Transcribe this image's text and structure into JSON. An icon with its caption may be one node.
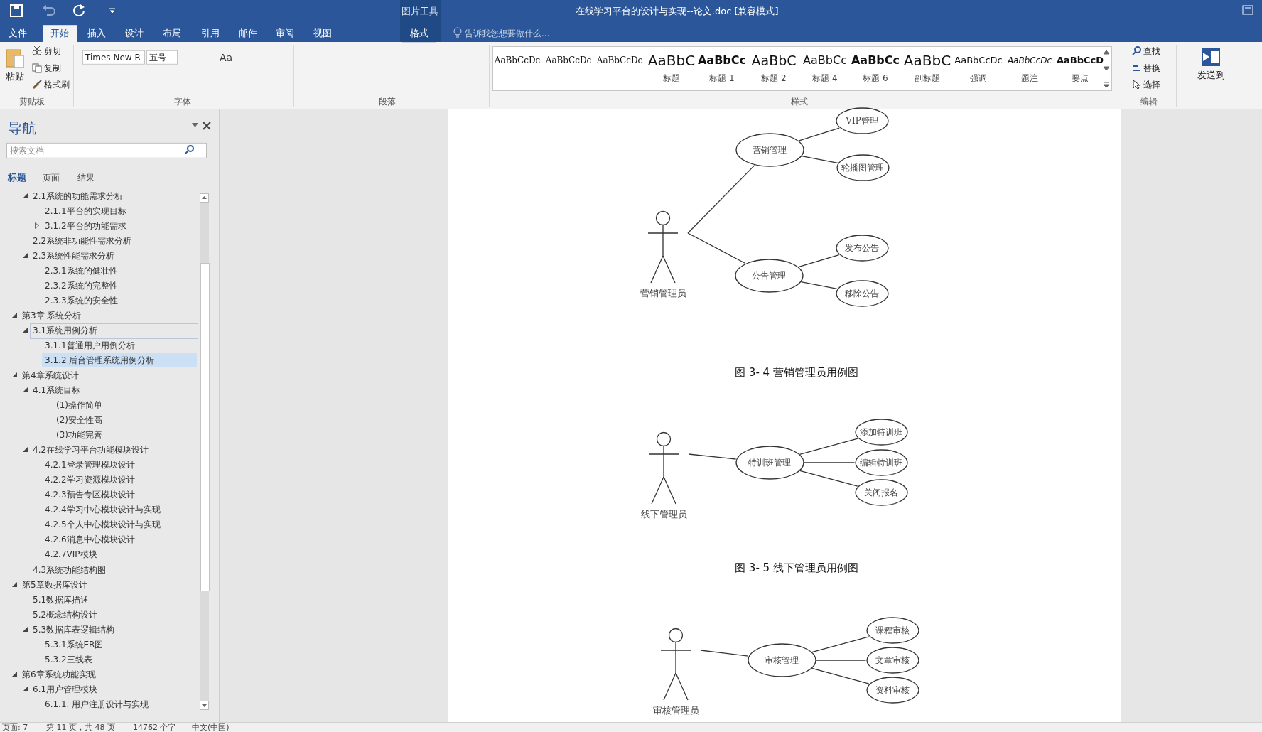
{
  "diagram": {
    "nodes": [
      {
        "text": [
          "营销管理员"
        ]
      },
      {
        "text": [
          "营销管理"
        ]
      },
      {
        "text": [
          "VIP管理"
        ]
      },
      {
        "text": [
          "轮播图管理"
        ]
      },
      {
        "text": [
          "公告管理"
        ]
      },
      {
        "text": [
          "发布公告"
        ]
      },
      {
        "text": [
          "移除公告"
        ]
      },
      {
        "text": [
          "线下管理员"
        ]
      },
      {
        "text": [
          "特训班管理"
        ]
      },
      {
        "text": [
          "添加特训班"
        ]
      },
      {
        "text": [
          "编辑特训班"
        ]
      },
      {
        "text": [
          "关闭报名"
        ]
      },
      {
        "text": [
          "审核管理员"
        ]
      },
      {
        "text": [
          "审核管理"
        ]
      },
      {
        "text": [
          "课程审核"
        ]
      },
      {
        "text": [
          "文章审核"
        ]
      },
      {
        "text": [
          "资料审核"
        ]
      }
    ],
    "edges": [
      {
        "from": 0,
        "to": 1,
        "arrow": "none"
      },
      {
        "from": 1,
        "to": 2,
        "arrow": "none"
      },
      {
        "from": 1,
        "to": 3,
        "arrow": "none"
      },
      {
        "from": 0,
        "to": 4,
        "arrow": "none"
      },
      {
        "from": 4,
        "to": 5,
        "arrow": "none"
      },
      {
        "from": 4,
        "to": 6,
        "arrow": "none"
      },
      {
        "from": 7,
        "to": 8,
        "arrow": "none"
      },
      {
        "from": 8,
        "to": 9,
        "arrow": "none"
      },
      {
        "from": 8,
        "to": 10,
        "arrow": "none"
      },
      {
        "from": 8,
        "to": 11,
        "arrow": "none"
      },
      {
        "from": 12,
        "to": 13,
        "arrow": "none"
      },
      {
        "from": 13,
        "to": 14,
        "arrow": "none"
      },
      {
        "from": 13,
        "to": 15,
        "arrow": "none"
      },
      {
        "from": 13,
        "to": 16,
        "arrow": "none"
      }
    ],
    "labels": [
      "图片工具",
      "在线学习平台的设计与实现--论文.doc [兼容模式]",
      "文件",
      "开始",
      "插入",
      "设计",
      "布局",
      "引用",
      "邮件",
      "审阅",
      "视图",
      "格式",
      "告诉我您想要做什么...",
      "粘贴",
      "剪切",
      "复制",
      "格式刷",
      "Times New R",
      "五号",
      "Aa",
      "剪贴板",
      "字体",
      "段落",
      "AaBbCcDc",
      "AaBbCcDc",
      "AaBbCcDc",
      "AaBbC",
      "标题",
      "AaBbCc",
      "标题 1",
      "AaBbC",
      "标题 2",
      "AaBbCc",
      "标题 4",
      "AaBbCc",
      "标题 6",
      "AaBbC",
      "副标题",
      "AaBbCcDc",
      "强调",
      "AaBbCcDc",
      "题注",
      "AaBbCcD",
      "要点",
      "样式",
      "查找",
      "替换",
      "选择",
      "编辑",
      "发送到",
      "导航",
      "搜索文档",
      "标题",
      "页面",
      "结果",
      "2.1系统的功能需求分析",
      "2.1.1平台的实现目标",
      "3.1.2平台的功能需求",
      "2.2系统非功能性需求分析",
      "2.3系统性能需求分析",
      "2.3.1系统的健壮性",
      "2.3.2系统的完整性",
      "2.3.3系统的安全性",
      "第3章 系统分析",
      "3.1系统用例分析",
      "3.1.1普通用户用例分析",
      "3.1.2 后台管理系统用例分析",
      "第4章系统设计",
      "4.1系统目标",
      "(1)操作简单",
      "(2)安全性高",
      "(3)功能完善",
      "4.2在线学习平台功能模块设计",
      "4.2.1登录管理模块设计",
      "4.2.2学习资源模块设计",
      "4.2.3预告专区模块设计",
      "4.2.4学习中心模块设计与实现",
      "4.2.5个人中心模块设计与实现",
      "4.2.6消息中心模块设计",
      "4.2.7VIP模块",
      "4.3系统功能结构图",
      "第5章数据库设计",
      "5.1数据库描述",
      "5.2概念结构设计",
      "5.3数据库表逻辑结构",
      "5.3.1系统ER图",
      "5.3.2三线表",
      "第6章系统功能实现",
      "6.1用户管理模块",
      "6.1.1. 用户注册设计与实现",
      "图 3- 4 营销管理员用例图",
      "图 3- 5 线下管理员用例图",
      "页面: 7",
      "第 11 页，共 48 页",
      "14762 个字",
      "中文(中国)"
    ]
  }
}
